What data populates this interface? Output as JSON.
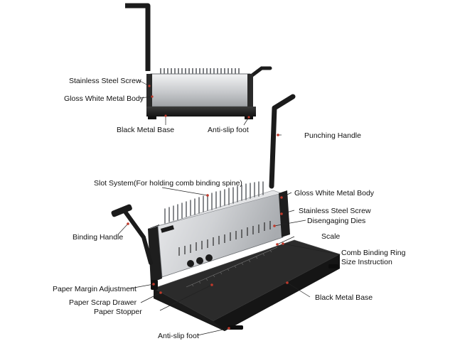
{
  "top_labels": {
    "screw": "Stainless Steel Screw",
    "body": "Gloss White Metal Body",
    "base": "Black Metal Base",
    "foot": "Anti-slip foot"
  },
  "main_labels": {
    "punching_handle": "Punching Handle",
    "slot_system": "Slot System(For holding comb binding spine)",
    "gloss_body": "Gloss White Metal Body",
    "steel_screw": "Stainless Steel Screw",
    "dies": "Disengaging Dies",
    "binding_handle": "Binding Handle",
    "scale": "Scale",
    "ring_size_1": "Comb Binding Ring",
    "ring_size_2": "Size Instruction",
    "margin": "Paper Margin Adjustment",
    "drawer": "Paper Scrap Drawer",
    "stopper": "Paper Stopper",
    "base": "Black Metal Base",
    "foot": "Anti-slip foot"
  },
  "colors": {
    "metal_black": "#1e1e1e",
    "body_silver": "#c9cbce",
    "leader_red": "#c0392b"
  }
}
